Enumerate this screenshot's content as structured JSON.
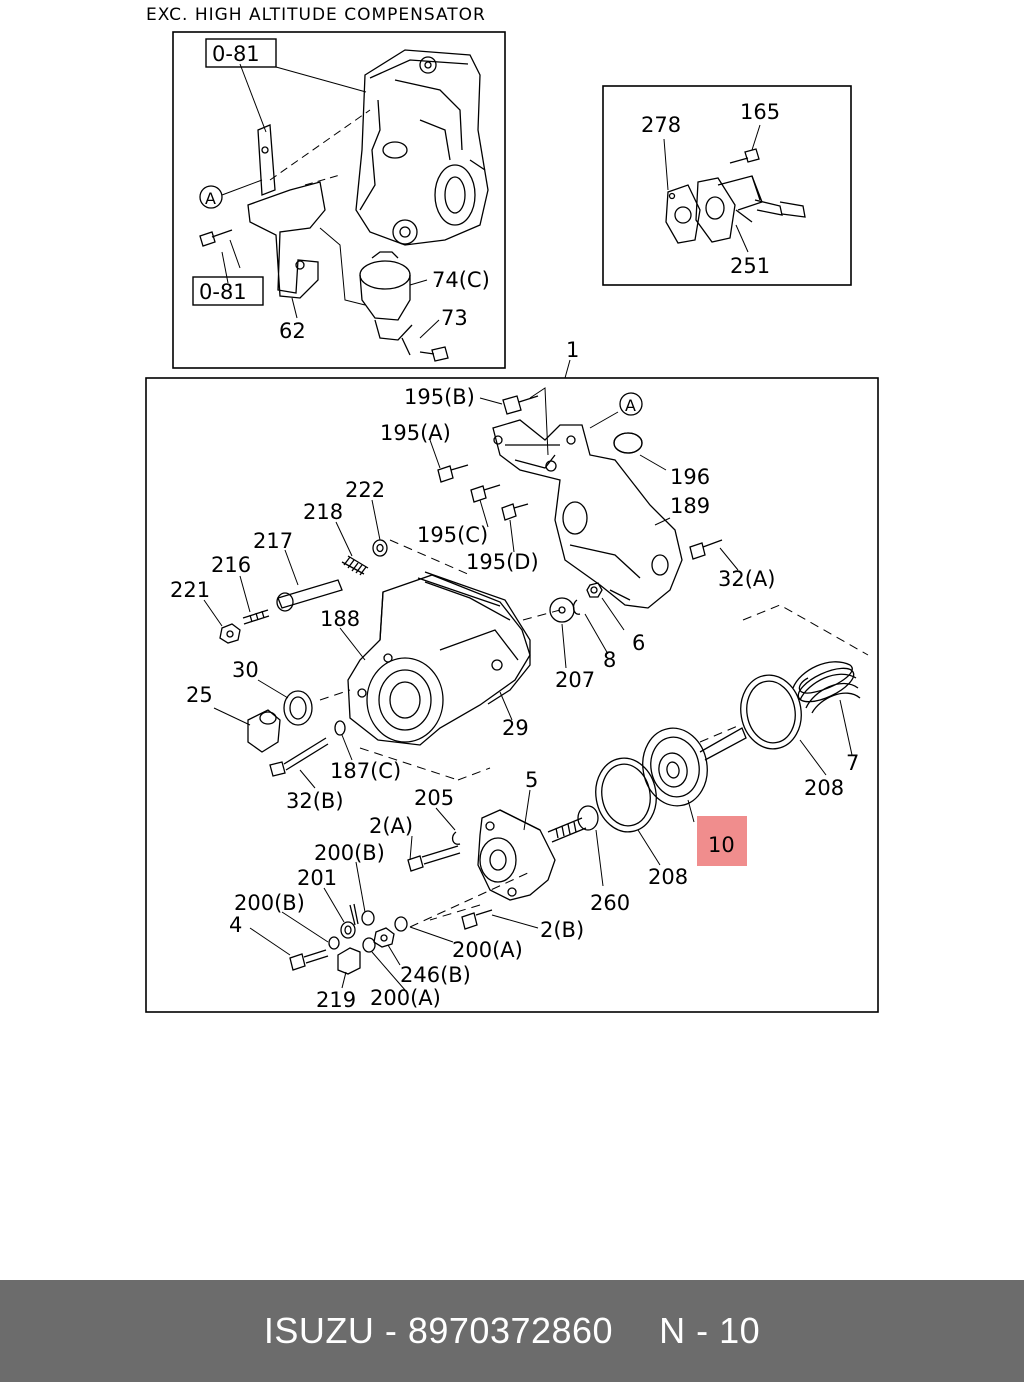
{
  "diagram": {
    "header_note": "EXC. HIGH ALTITUDE COMPENSATOR",
    "highlight_color": "#f08d8d",
    "labels": {
      "l_0_81_a": "0-81",
      "l_0_81_b": "0-81",
      "l_circ_a_top": "A",
      "l_74c": "74(C)",
      "l_73": "73",
      "l_62": "62",
      "l_278": "278",
      "l_165": "165",
      "l_251": "251",
      "l_1": "1",
      "l_195b": "195(B)",
      "l_circ_a_main": "A",
      "l_195a": "195(A)",
      "l_196": "196",
      "l_222": "222",
      "l_218": "218",
      "l_195c": "195(C)",
      "l_189": "189",
      "l_217": "217",
      "l_195d": "195(D)",
      "l_32a": "32(A)",
      "l_216": "216",
      "l_221": "221",
      "l_188": "188",
      "l_6": "6",
      "l_8": "8",
      "l_207": "207",
      "l_30": "30",
      "l_25": "25",
      "l_29": "29",
      "l_7": "7",
      "l_187c": "187(C)",
      "l_32b": "32(B)",
      "l_5": "5",
      "l_208a": "208",
      "l_205": "205",
      "l_10": "10",
      "l_2a": "2(A)",
      "l_200b_a": "200(B)",
      "l_208b": "208",
      "l_201": "201",
      "l_200b_b": "200(B)",
      "l_260": "260",
      "l_4": "4",
      "l_2b": "2(B)",
      "l_200a_a": "200(A)",
      "l_246b": "246(B)",
      "l_219": "219",
      "l_200a_b": "200(A)"
    }
  },
  "caption": {
    "brand": "ISUZU",
    "separator": "-",
    "part_number": "8970372860",
    "ref_prefix": "N",
    "ref_separator": "-",
    "ref_number": "10"
  }
}
